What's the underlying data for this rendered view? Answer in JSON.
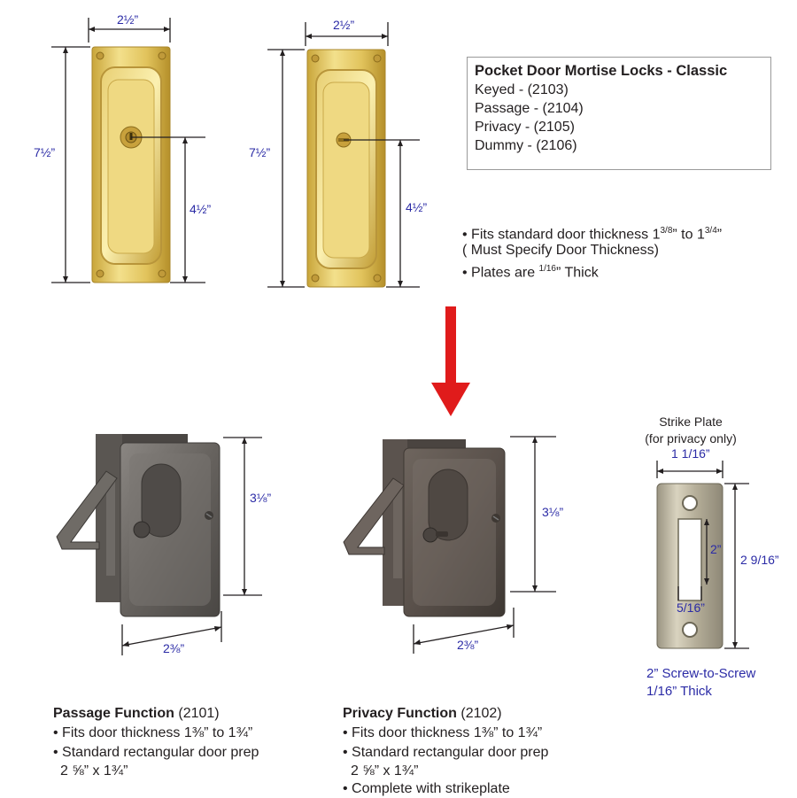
{
  "info_box": {
    "title": "Pocket Door Mortise Locks - Classic",
    "items": [
      "Keyed - (2103)",
      "Passage - (2104)",
      "Privacy - (2105)",
      "Dummy - (2106)"
    ]
  },
  "mortise_notes": {
    "line1_a": "• Fits standard door thickness 1",
    "line1_frac1": "3/8",
    "line1_b": "” to 1",
    "line1_frac2": "3/4",
    "line1_c": "”",
    "line2": "( Must Specify Door Thickness)",
    "line3_a": "• Plates are ",
    "line3_frac": "1/16",
    "line3_b": "” Thick"
  },
  "dimensions": {
    "width_top": "2½”",
    "height_top": "7½”",
    "keyhole_height": "4½”",
    "height_small": "3⅛”",
    "width_small": "2⅜”",
    "strike_width": "1 1/16”",
    "strike_height": "2 9/16”",
    "strike_slot": "2”",
    "strike_slot_w": "5/16”"
  },
  "strike_plate": {
    "title": "Strike Plate",
    "subtitle": "(for privacy only)",
    "note1": "2” Screw-to-Screw",
    "note2": "1/16” Thick"
  },
  "passage": {
    "title": "Passage Function",
    "code": "(2101)",
    "bullet1": "• Fits door thickness 1⅜” to 1¾”",
    "bullet2": "• Standard rectangular door prep",
    "bullet2_cont": "2 ⅝” x 1¾”"
  },
  "privacy": {
    "title": "Privacy Function",
    "code": "(2102)",
    "bullet1": "• Fits door thickness 1⅜” to 1¾”",
    "bullet2": "• Standard rectangular door prep",
    "bullet2_cont": "2 ⅝” x 1¾”",
    "bullet3": "• Complete with strikeplate"
  },
  "colors": {
    "arrow": "#e01b1b",
    "dimension_text": "#2b2ba6",
    "brass": "#d8b74a",
    "bronze": "#5d5a57"
  }
}
